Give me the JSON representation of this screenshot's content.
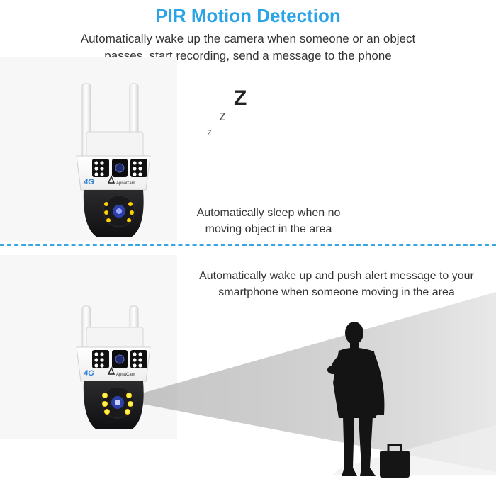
{
  "title": "PIR Motion Detection",
  "subtitle": {
    "line1": "Automatically wake up the camera when someone or an object",
    "line2": "passes, start recording, send a message to the phone"
  },
  "sleep_caption": {
    "line1": "Automatically sleep when no",
    "line2": "moving object in the area"
  },
  "wake_caption": {
    "line1": "Automatically wake up and push alert message to your",
    "line2": "smartphone when someone moving in the area"
  },
  "sleep_symbols": [
    "z",
    "z",
    "Z"
  ],
  "camera": {
    "badge": "4G",
    "brand": "ApnaCam"
  },
  "colors": {
    "title": "#2aa4e6",
    "divider": "#39a6e0",
    "camera_body": "#f2f2f2",
    "camera_dome": "#1c1c1e",
    "ir_led": "#ffd200"
  }
}
